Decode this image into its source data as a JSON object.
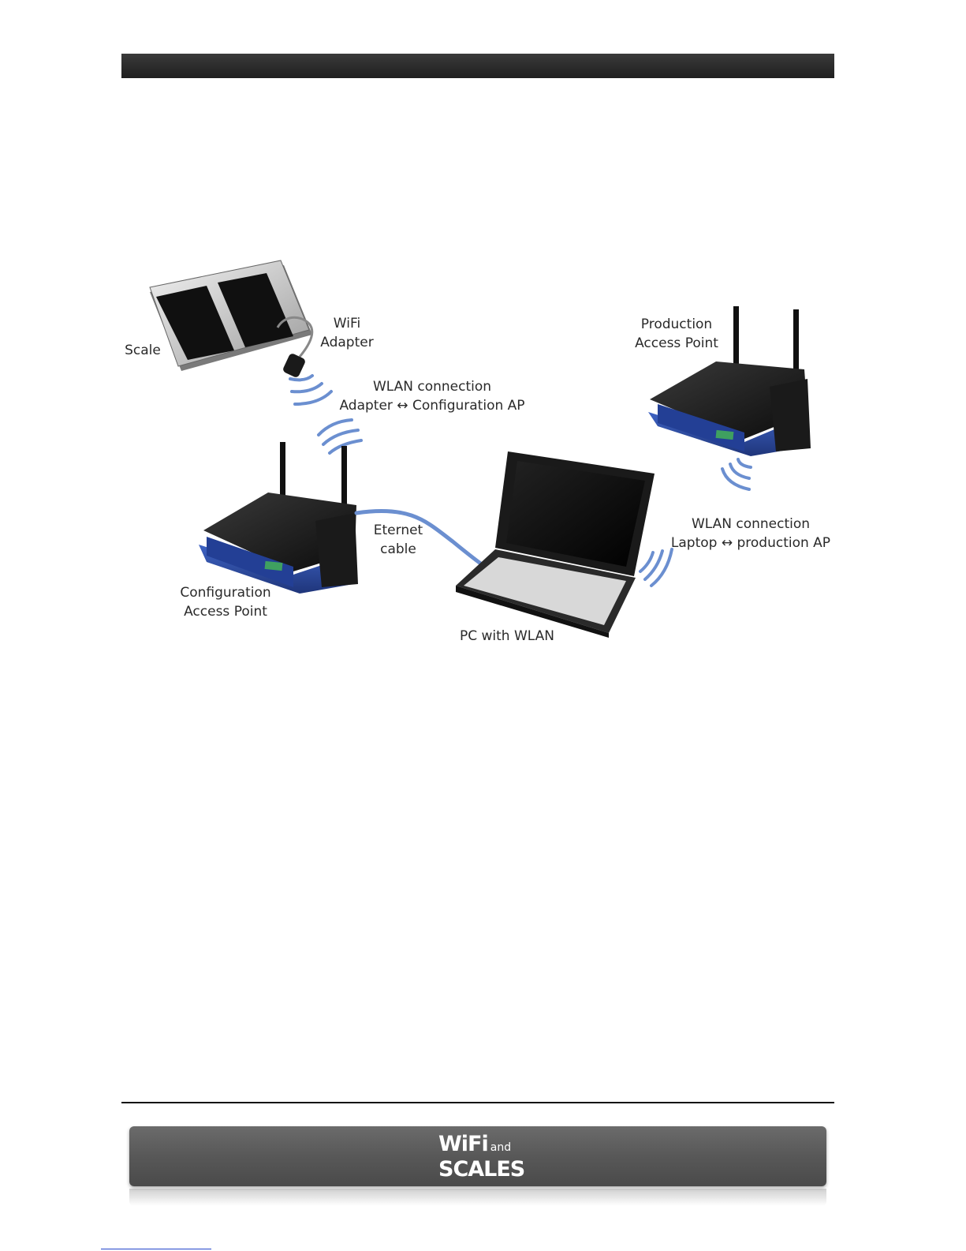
{
  "labels": {
    "scale": "Scale",
    "wifi_adapter": "WiFi\nAdapter",
    "wlan_config": "WLAN connection\nAdapter ↔ Configuration AP",
    "production_ap": "Production\nAccess Point",
    "eternet_cable": "Eternet\ncable",
    "configuration_ap": "Configuration\nAccess Point",
    "wlan_production": "WLAN connection\nLaptop ↔ production AP",
    "pc_with_wlan": "PC with WLAN"
  },
  "footer": {
    "logo_word1": "WiFi",
    "logo_small": "and",
    "logo_word2": "SCALES"
  },
  "colors": {
    "header_bar": "#2a2a2a",
    "router_blue": "#2e4fa8",
    "router_black": "#161616",
    "signal_blue": "#6b8fd0",
    "cable_blue": "#6b8fd0",
    "footer_banner": "#5a5a5a"
  }
}
